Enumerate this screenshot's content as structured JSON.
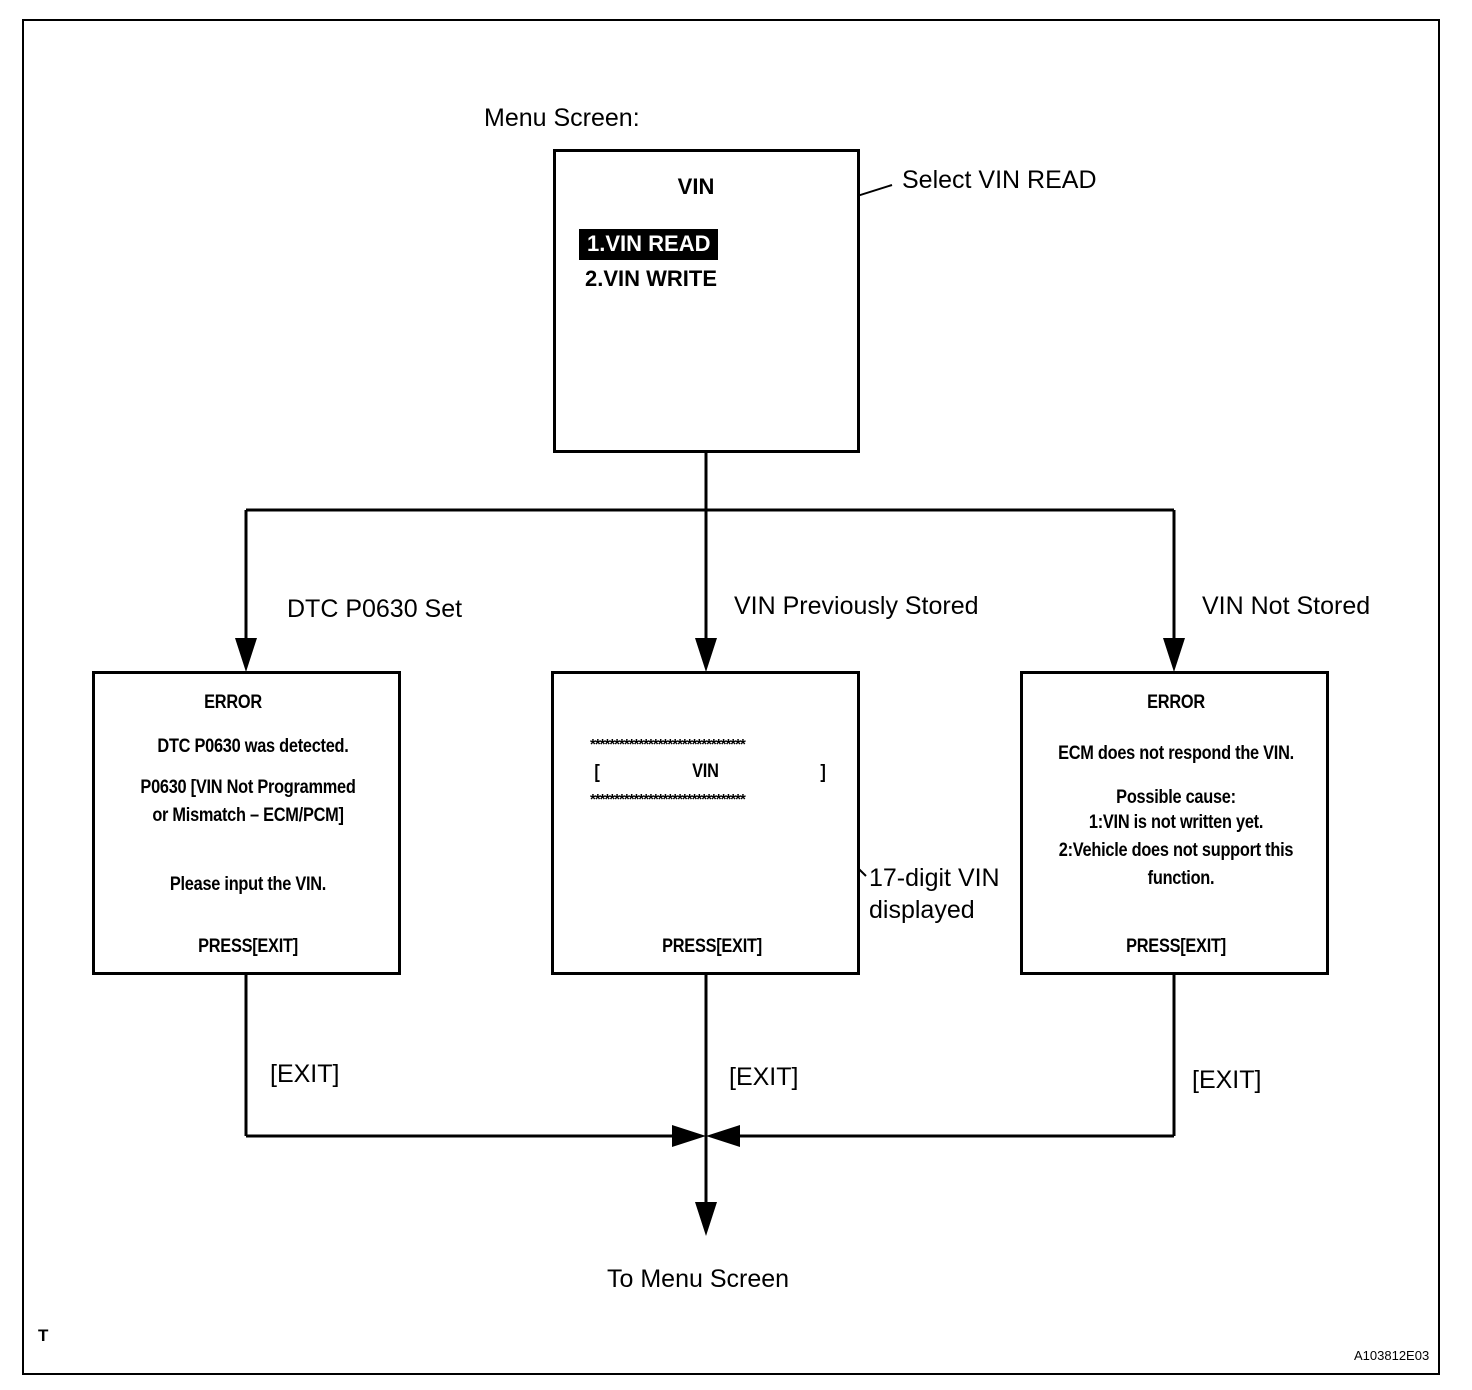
{
  "menu_screen": {
    "caption": "Menu Screen:",
    "title": "VIN",
    "items": [
      {
        "label": "1.VIN READ",
        "selected": true
      },
      {
        "label": "2.VIN WRITE",
        "selected": false
      }
    ],
    "callout": "Select VIN READ"
  },
  "branches": {
    "left_label": "DTC P0630 Set",
    "center_label": "VIN Previously Stored",
    "right_label": "VIN Not Stored"
  },
  "screen_dtc": {
    "title": "ERROR",
    "line1": "DTC P0630 was detected.",
    "line2": "P0630  [VIN Not Programmed",
    "line3": "or Mismatch – ECM/PCM]",
    "line4": "Please input the VIN.",
    "footer": "PRESS[EXIT]"
  },
  "screen_vin": {
    "stars_top": "********************************",
    "bracket_open": "[",
    "vin_label": "VIN",
    "bracket_close": "]",
    "stars_bottom": "********************************",
    "footer": "PRESS[EXIT]",
    "callout_line1": "17-digit VIN",
    "callout_line2": "displayed"
  },
  "screen_not_stored": {
    "title": "ERROR",
    "line1": "ECM does not respond the VIN.",
    "line2": "Possible cause:",
    "line3": "1:VIN is not written yet.",
    "line4": "2:Vehicle does not support this",
    "line5": "function.",
    "footer": "PRESS[EXIT]"
  },
  "exits": {
    "left": "[EXIT]",
    "center": "[EXIT]",
    "right": "[EXIT]"
  },
  "destination": "To Menu Screen",
  "corner_mark": "T",
  "figure_id": "A103812E03"
}
